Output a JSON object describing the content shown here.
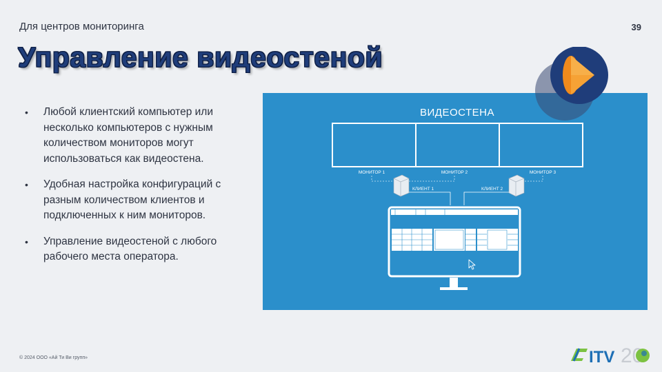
{
  "header": {
    "subtitle": "Для центров мониторинга",
    "page_number": "39",
    "title": "Управление видеостеной"
  },
  "bullets": [
    {
      "marker": "•",
      "text": "Любой клиентский компьютер или несколько компьютеров с нужным количеством мониторов могут использоваться как видеостена."
    },
    {
      "marker": "•",
      "text": "Удобная настройка конфигураций с разным количеством клиентов и подключенных к ним мониторов."
    },
    {
      "marker": "•",
      "text": "Управление видеостеной с любого рабочего места оператора."
    }
  ],
  "diagram": {
    "heading": "ВИДЕОСТЕНА",
    "monitors": [
      "МОНИТОР 1",
      "МОНИТОР 2",
      "МОНИТОР 3"
    ],
    "clients": [
      "КЛИЕНТ 1",
      "КЛИЕНТ 2"
    ],
    "bg_color": "#2b8fcb",
    "line_color": "#ffffff"
  },
  "footer": {
    "copyright": "© 2024 ООО «Ай Ти Ви групп»",
    "logo_text": "ITV",
    "logo_number": "20"
  },
  "colors": {
    "title": "#1f3d7a",
    "accent_orange": "#f08a1c",
    "accent_navy": "#1f3d7a",
    "logo_green": "#7cc242",
    "logo_blue": "#1e6fb5"
  }
}
